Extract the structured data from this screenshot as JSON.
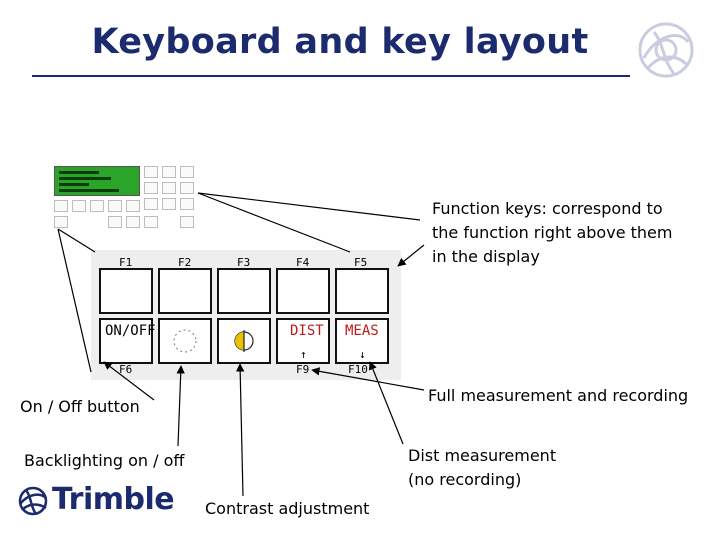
{
  "title": "Keyboard and key layout",
  "labels": {
    "function_keys": "Function keys: correspond to the function right above them in the display",
    "full_measurement": "Full measurement and recording",
    "on_off": "On / Off button",
    "dist_measurement": "Dist measurement (no recording)",
    "backlighting": "Backlighting on / off",
    "contrast": "Contrast adjustment"
  },
  "keypad": {
    "top_labels": [
      "F1",
      "F2",
      "F3",
      "F4",
      "F5"
    ],
    "bottom_labels": [
      "F6",
      "",
      "",
      "F9",
      "F10"
    ],
    "keys_row2": [
      {
        "text": "ON/OFF",
        "color": "#000000"
      },
      {
        "text": "",
        "icon": "backlight-icon"
      },
      {
        "text": "",
        "icon": "contrast-icon"
      },
      {
        "text": "DIST",
        "color": "#c21818",
        "sub": "↑"
      },
      {
        "text": "MEAS",
        "color": "#c21818",
        "sub": "↓"
      }
    ]
  },
  "logo": {
    "brand": "Trimble"
  },
  "colors": {
    "title": "#1c2a6e",
    "accent_red": "#c21818",
    "display_green": "#2aa52a"
  }
}
